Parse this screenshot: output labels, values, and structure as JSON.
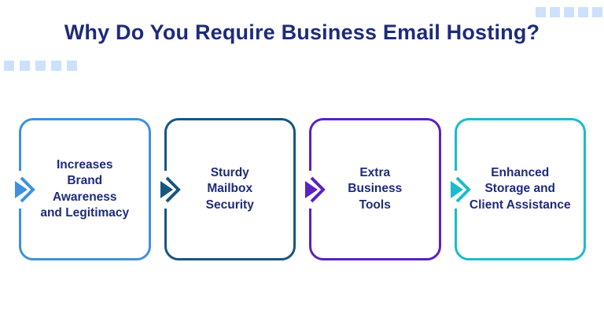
{
  "title": {
    "text": "Why Do You Require Business Email Hosting?",
    "color": "#1e2b7b"
  },
  "decor": {
    "square_color": "#cce1fc",
    "top_right_count": 5,
    "left_count": 5
  },
  "text_color": "#1e2b7b",
  "cards": [
    {
      "label": "Increases\nBrand\nAwareness\nand Legitimacy",
      "accent": "#3f90e0"
    },
    {
      "label": "Sturdy\nMailbox\nSecurity",
      "accent": "#175680"
    },
    {
      "label": "Extra\nBusiness\nTools",
      "accent": "#5c22ba"
    },
    {
      "label": "Enhanced\nStorage and\nClient Assistance",
      "accent": "#1cbcc8"
    }
  ]
}
